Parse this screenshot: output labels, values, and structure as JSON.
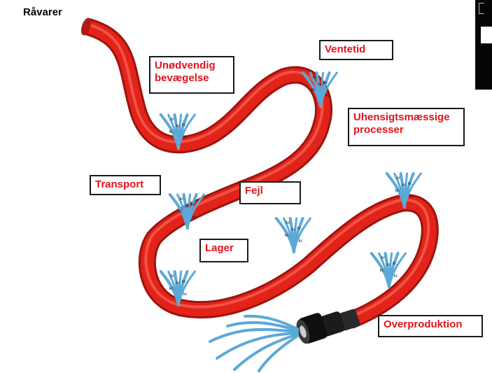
{
  "title": "Råvarer",
  "labels": {
    "unodvendig_line1": "Unødvendig",
    "unodvendig_line2": "bevægelse",
    "ventetid": "Ventetid",
    "uhensigts_line1": "Uhensigtsmæssige",
    "uhensigts_line2": "processer",
    "transport": "Transport",
    "fejl": "Fejl",
    "lager": "Lager",
    "overproduktion": "Overproduktion"
  },
  "leak_text": "kr.",
  "colors": {
    "hose": "#e2231a",
    "hose_shadow": "#a0150f",
    "label_text": "#e0141b",
    "water": "#5ba9d8",
    "nozzle": "#1b1b1b"
  }
}
